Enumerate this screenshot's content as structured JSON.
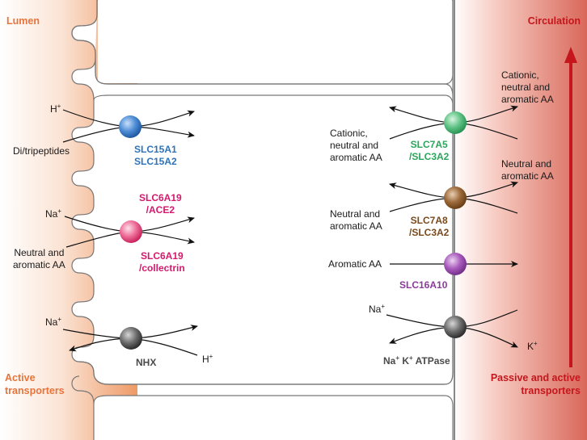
{
  "colors": {
    "active": "#e8743b",
    "passive": "#c4161c",
    "slc15": "#2f73b8",
    "slc6a19": "#d6186e",
    "nhx": "#4a4a4a",
    "slc7a5": "#2aa65a",
    "slc7a8": "#7a4a1c",
    "slc16a10": "#8a3c9a",
    "napump": "#4a4a4a"
  },
  "corners": {
    "lumen": "Lumen",
    "circulation": "Circulation",
    "active_line1": "Active",
    "active_line2": "transporters",
    "passive_line1": "Passive and active",
    "passive_line2": "transporters"
  },
  "apical": {
    "slc15": {
      "name_line1": "SLC15A1",
      "name_line2": "SLC15A2",
      "ion": "H",
      "ion_charge": "+",
      "substrate": "Di/tripeptides"
    },
    "slc6a19": {
      "name_a_line1": "SLC6A19",
      "name_a_line2": "/ACE2",
      "name_b_line1": "SLC6A19",
      "name_b_line2": "/collectrin",
      "ion": "Na",
      "ion_charge": "+",
      "substrate_line1": "Neutral and",
      "substrate_line2": "aromatic AA"
    },
    "nhx": {
      "name": "NHX",
      "ion_in": "Na",
      "ion_in_charge": "+",
      "ion_out": "H",
      "ion_out_charge": "+"
    }
  },
  "basolateral": {
    "slc7a5": {
      "name_line1": "SLC7A5",
      "name_line2": "/SLC3A2",
      "in_line1": "Cationic,",
      "in_line2": "neutral and",
      "in_line3": "aromatic AA",
      "out_line1": "Cationic,",
      "out_line2": "neutral and",
      "out_line3": "aromatic AA"
    },
    "slc7a8": {
      "name_line1": "SLC7A8",
      "name_line2": "/SLC3A2",
      "in_line1": "Neutral and",
      "in_line2": "aromatic AA",
      "out_line1": "Neutral and",
      "out_line2": "aromatic AA"
    },
    "slc16a10": {
      "name": "SLC16A10",
      "substrate": "Aromatic AA"
    },
    "napump": {
      "ion_na": "Na",
      "ion_k": "K",
      "charge": "+",
      "atpase": "ATPase",
      "k_label": "K",
      "k_charge": "+",
      "na_label": "Na",
      "na_charge": "+"
    }
  }
}
